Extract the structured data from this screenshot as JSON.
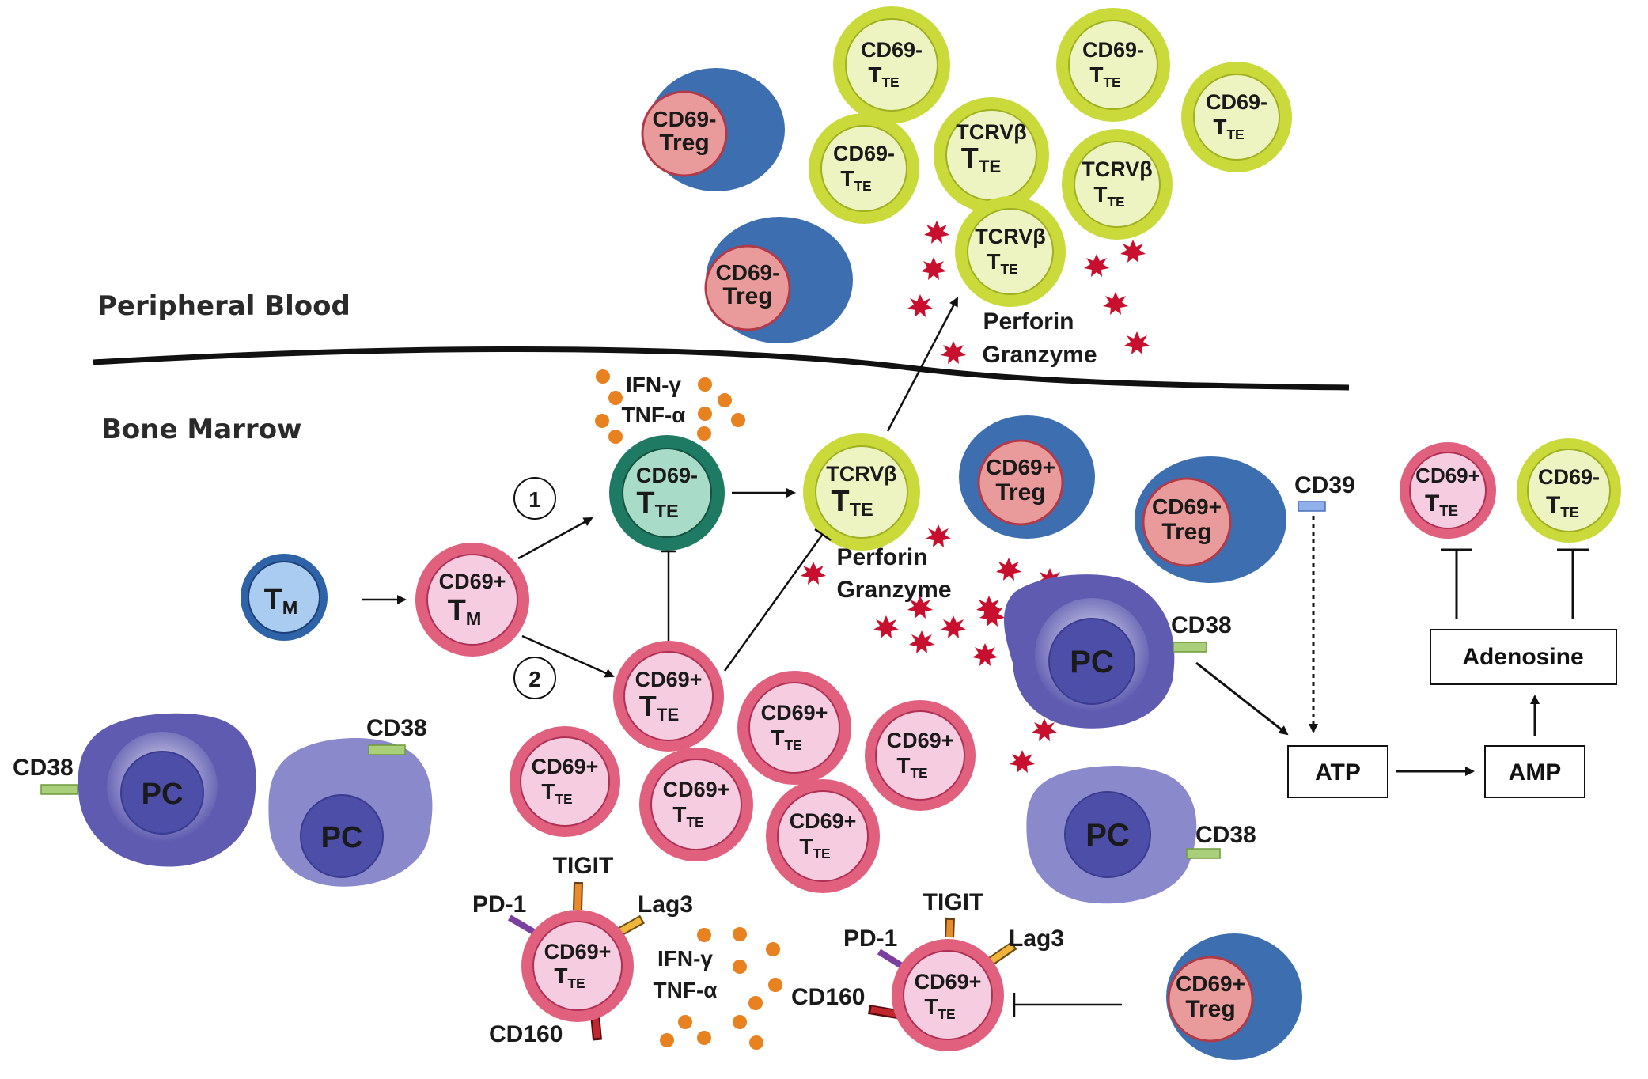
{
  "regions": {
    "peripheral_blood": "Peripheral Blood",
    "bone_marrow": "Bone Marrow"
  },
  "labels": {
    "cd69_neg": "CD69-",
    "cd69_pos": "CD69+",
    "treg": "Treg",
    "t_main": "T",
    "te_sub": "TE",
    "m_sub": "M",
    "tcrvb": "TCRVβ",
    "pc": "PC",
    "cd38": "CD38",
    "cd39": "CD39",
    "perforin": "Perforin",
    "granzyme": "Granzyme",
    "ifn": "IFN-γ",
    "tnf": "TNF-α",
    "pd1": "PD-1",
    "tigit": "TIGIT",
    "lag3": "Lag3",
    "cd160": "CD160",
    "atp": "ATP",
    "amp": "AMP",
    "adenosine": "Adenosine",
    "path1": "1",
    "path2": "2"
  },
  "colors": {
    "treg_outer": "#3d6fb0",
    "treg_inner": "#e99a9a",
    "tte_outer": "#c9da3a",
    "tte_inner": "#eef3c2",
    "pink_outer": "#e0607e",
    "pink_inner": "#f6cde0",
    "tm_outer": "#2f63a8",
    "tm_inner": "#a9ccf0",
    "teal_outer": "#1e7a62",
    "teal_inner": "#a8dcc9",
    "pc_dark": "#5e5bb0",
    "pc_light": "#8a89cc",
    "starburst": "#c8102e",
    "cytokine": "#e8811f",
    "cd38_bar": "#a9cf7a",
    "cd39_bar": "#8fb0e8",
    "pd1_bar": "#7a3fa0",
    "tigit_bar": "#e88b2a",
    "lag3_bar": "#f0b43a",
    "cd160_bar": "#c0272d"
  }
}
